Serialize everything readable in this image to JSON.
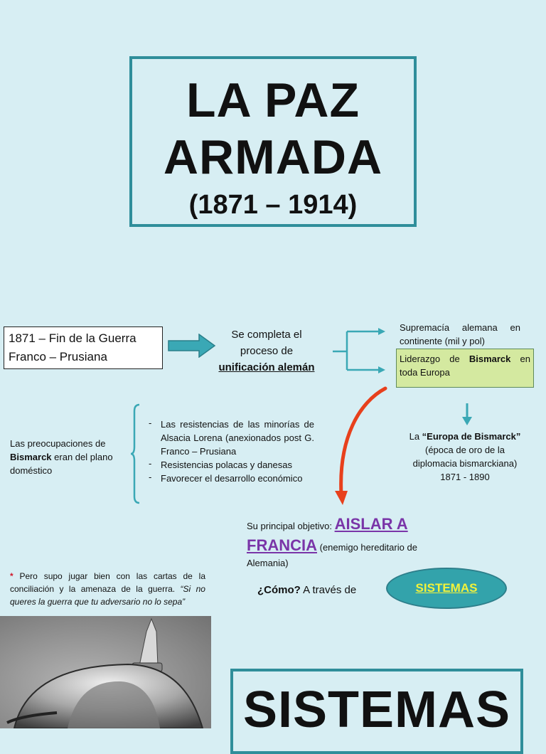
{
  "title": {
    "line1": "LA PAZ",
    "line2": "ARMADA",
    "years": "(1871 – 1914)"
  },
  "box_1871": {
    "line1": "1871 – Fin de la Guerra",
    "line2": "Franco – Prusiana"
  },
  "proceso": {
    "line1": "Se completa el",
    "line2": "proceso de",
    "line3": "unificación alemán"
  },
  "supremacia": "Supremacía alemana en continente (mil y pol)",
  "liderazgo": {
    "before": "Liderazgo de ",
    "bold": "Bismarck",
    "after": " en toda Europa"
  },
  "europa": {
    "prefix": "La ",
    "bold": "“Europa de Bismarck”",
    "line2": "(época de oro de la",
    "line3": "diplomacia bismarckiana)",
    "line4": "1871 - 1890"
  },
  "preocupaciones": {
    "before": "Las preocupaciones de ",
    "bold": "Bismarck",
    "after": " eran del plano doméstico"
  },
  "resistencias": [
    "Las resistencias de las minorías de Alsacia Lorena (anexionados post G. Franco – Prusiana",
    "Resistencias polacas y danesas",
    "Favorecer el desarrollo económico"
  ],
  "objetivo": {
    "label": "Su principal objetivo: ",
    "big1": "AISLAR A",
    "big2": "FRANCIA",
    "rest": " (enemigo hereditario de Alemania)"
  },
  "pero": {
    "star": "*",
    "text": " Pero supo jugar bien con las cartas de la conciliación y la amenaza de la guerra. ",
    "quote": "“Si no queres la guerra que tu adversario no lo sepa”"
  },
  "como": {
    "bold": "¿Cómo?",
    "rest": " A través de"
  },
  "sistemas_badge": "SISTEMAS",
  "sistemas_heading": "SISTEMAS",
  "colors": {
    "background": "#d7eef3",
    "border_teal": "#2f8e9a",
    "arrow_teal": "#3aa8b5",
    "highlight_green": "#d4e9a0",
    "purple": "#7a35a8",
    "red_arrow": "#e8401c",
    "badge_fill": "#33a3ab",
    "badge_text": "#f2f23a"
  },
  "icons": {
    "main_arrow": "right-arrow-icon",
    "branch": "fork-arrow-icon",
    "curved": "curved-red-arrow-icon",
    "down": "down-arrow-icon",
    "brace": "left-brace-icon"
  }
}
